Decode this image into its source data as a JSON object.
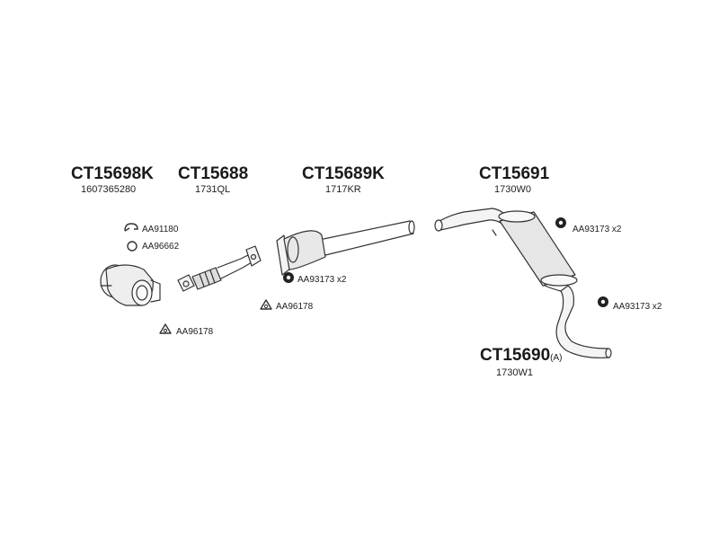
{
  "parts": [
    {
      "code": "CT15698K",
      "ref": "1607365280"
    },
    {
      "code": "CT15688",
      "ref": "1731QL"
    },
    {
      "code": "CT15689K",
      "ref": "1717KR"
    },
    {
      "code": "CT15691",
      "ref": "1730W0"
    },
    {
      "code": "CT15690",
      "suffix": "(A)",
      "ref": "1730W1"
    }
  ],
  "hardware": [
    {
      "label": "AA91180",
      "icon": "clamp-icon"
    },
    {
      "label": "AA96662",
      "icon": "ring-icon"
    },
    {
      "label": "AA96178",
      "icon": "triangle-gasket-icon"
    },
    {
      "label": "AA93173 x2",
      "icon": "rubber-mount-icon"
    },
    {
      "label": "AA96178",
      "icon": "triangle-gasket-icon"
    },
    {
      "label": "AA93173 x2",
      "icon": "rubber-mount-icon"
    },
    {
      "label": "AA93173 x2",
      "icon": "rubber-mount-icon"
    }
  ]
}
